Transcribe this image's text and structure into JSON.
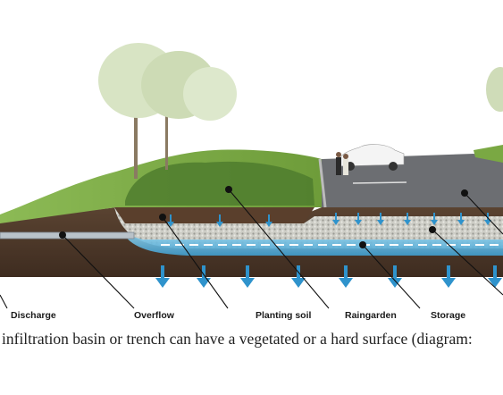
{
  "labels": {
    "discharge": "Discharge",
    "overflow": "Overflow",
    "planting_soil": "Planting soil",
    "raingarden": "Raingarden",
    "storage": "Storage"
  },
  "caption": "infiltration basin or trench can have a vegetated or a hard surface (diagram:",
  "colors": {
    "grass": "#7aa843",
    "soil": "#4a3526",
    "gravel": "#cfcfc8",
    "water": "#5fb6d9",
    "arrow": "#2f93cc",
    "asphalt": "#6a6c70"
  }
}
